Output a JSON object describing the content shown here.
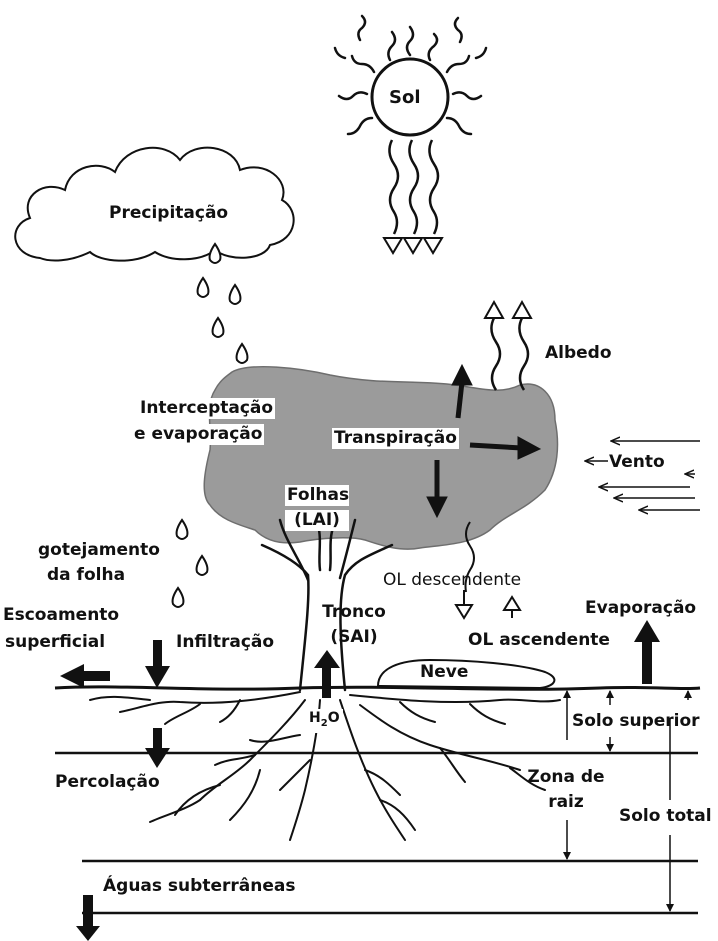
{
  "labels": {
    "sun": "Sol",
    "precipitation": "Precipitação",
    "albedo": "Albedo",
    "interception": "Interceptação",
    "evaporation_and": "e evaporação",
    "transpiration": "Transpiração",
    "wind": "Vento",
    "leaves": "Folhas",
    "lai": "(LAI)",
    "leaf_drip_1": "gotejamento",
    "leaf_drip_2": "da folha",
    "ol_down": "OL descendente",
    "runoff_1": "Escoamento",
    "runoff_2": "superficial",
    "infiltration": "Infiltração",
    "trunk": "Tronco",
    "sai": "(SAI)",
    "ol_up": "OL ascendente",
    "evaporation": "Evaporação",
    "snow": "Neve",
    "topsoil": "Solo superior",
    "h": "H",
    "sub2": "2",
    "o": "O",
    "root_zone_1": "Zona de",
    "root_zone_2": "raiz",
    "percolation": "Percolação",
    "total_soil": "Solo total",
    "groundwater": "Águas subterrâneas"
  }
}
